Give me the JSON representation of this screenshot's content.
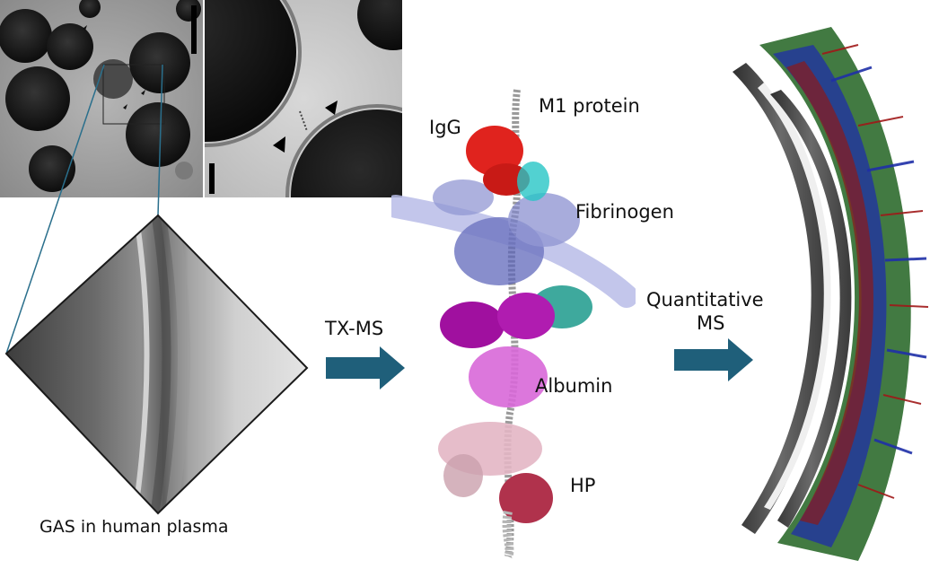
{
  "labels": {
    "caption": "GAS in human plasma",
    "method_1": "TX-MS",
    "method_2_line1": "Quantitative",
    "method_2_line2": "MS",
    "protein_m1": "M1 protein",
    "protein_igg": "IgG",
    "protein_fibrinogen": "Fibrinogen",
    "protein_albumin": "Albumin",
    "protein_hp": "HP"
  },
  "colors": {
    "arrow": "#1f5f7a",
    "igg": "#e0231e",
    "fibrinogen": "#5b63b8",
    "fibrinogen_light": "#a9aee0",
    "albumin": "#b01cb0",
    "albumin_light": "#d868d8",
    "hp": "#b0324c",
    "hp_light": "#d9a3b3",
    "teal": "#1c9a8c",
    "m1": "#9a9a9a"
  }
}
